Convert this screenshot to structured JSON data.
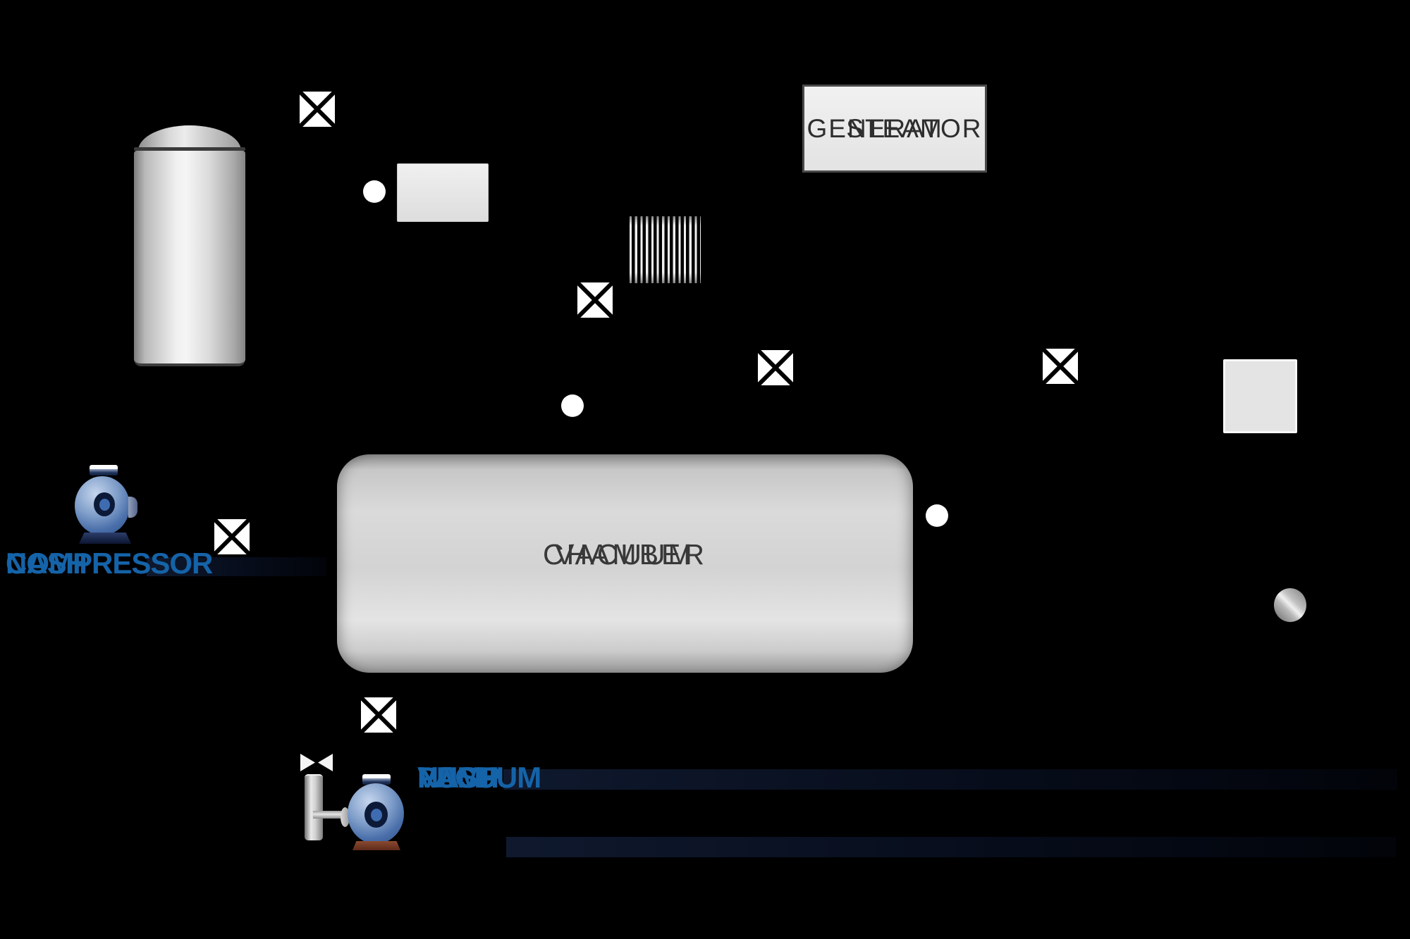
{
  "labels": {
    "steam_generator": [
      "STEAM",
      "GENERATOR"
    ],
    "vacuum_chamber": [
      "VACUUM",
      "CHAMBER"
    ],
    "main_compressor": [
      "NASH",
      "COMPRESSOR"
    ],
    "main_vacuum_pump": [
      "NASH",
      "VACUUM",
      "PUMP"
    ]
  },
  "colors": {
    "background": "#000000",
    "label_blue": "#1563a8",
    "text_dark": "#2e2e2e",
    "pump_blue_light": "#c6d6ee",
    "pump_blue_dark": "#2e4f86",
    "pump_hub_navy": "#0c1a38",
    "pump_core_blue": "#3f6cb0",
    "pump_base_brown": "#5e2a1a",
    "compressor_base_navy": "#0c1530",
    "valve_white": "#ffffff",
    "valve_line_black": "#000000",
    "equipment_gray_light": "#ececec",
    "shadow_navy": "#0a1122"
  },
  "icons": {
    "gate_valve": "white square with black X",
    "bowtie_valve": "two white triangles apex to apex",
    "flow_dot": "white circle",
    "coil": "vertical white stripes",
    "pump": "blue sphere with navy hub"
  }
}
